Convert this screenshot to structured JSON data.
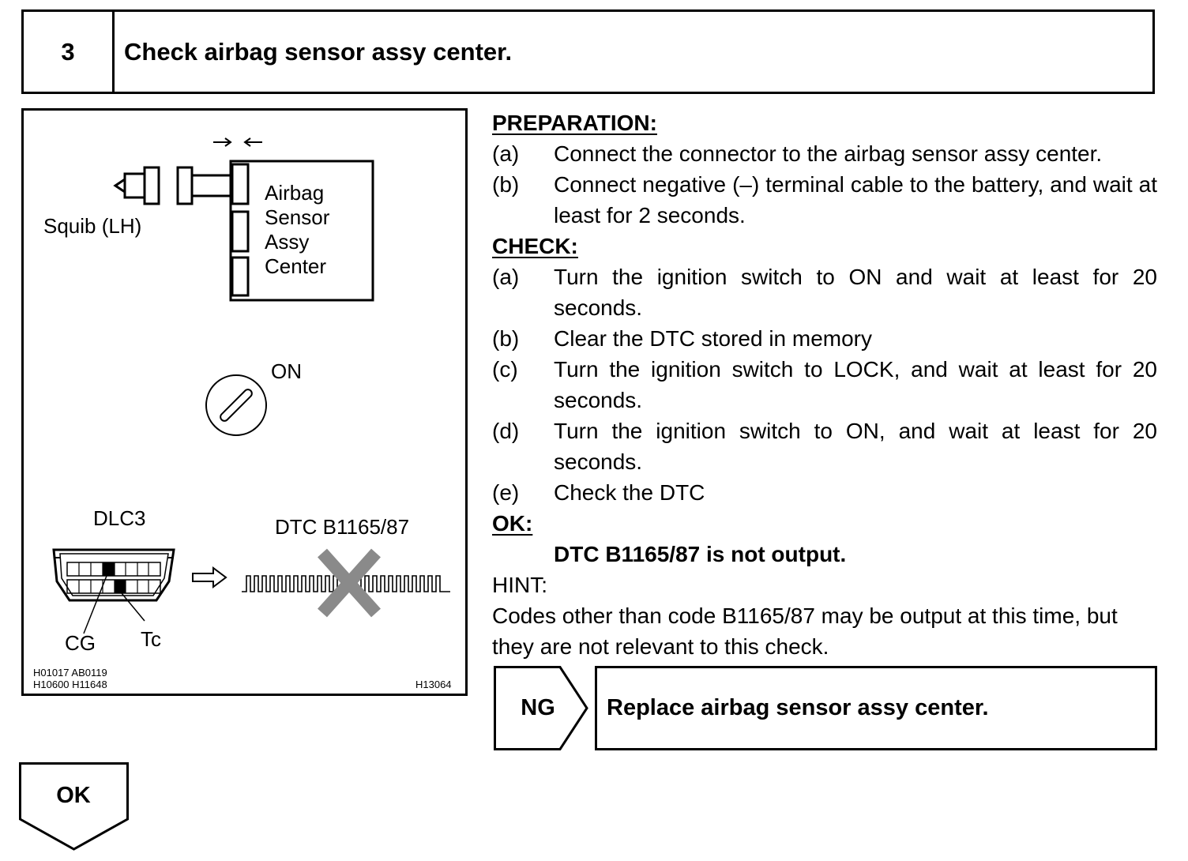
{
  "header": {
    "step_number": "3",
    "title": "Check airbag sensor assy center."
  },
  "figure": {
    "squib_label": "Squib (LH)",
    "sensor_label_lines": [
      "Airbag",
      "Sensor",
      "Assy",
      "Center"
    ],
    "ignition_label": "ON",
    "dlc_label": "DLC3",
    "dtc_label": "DTC B1165/87",
    "pin_cg": "CG",
    "pin_tc": "Tc",
    "ref_codes_line1": "H01017  AB0119",
    "ref_codes_line2": "H10600  H11648",
    "figure_id": "H13064"
  },
  "preparation": {
    "heading": "PREPARATION:",
    "items": [
      {
        "label": "(a)",
        "text": "Connect the connector to the airbag sensor assy center."
      },
      {
        "label": "(b)",
        "text": "Connect negative (–) terminal cable to the battery, and wait at least for 2 seconds."
      }
    ]
  },
  "check": {
    "heading": "CHECK:",
    "items": [
      {
        "label": "(a)",
        "text": "Turn the ignition switch to ON and wait at least for 20 seconds."
      },
      {
        "label": "(b)",
        "text": "Clear the DTC stored in memory"
      },
      {
        "label": "(c)",
        "text": "Turn the ignition switch to LOCK, and wait at least for 20 seconds."
      },
      {
        "label": "(d)",
        "text": "Turn the ignition switch to ON, and wait at least for 20 seconds."
      },
      {
        "label": "(e)",
        "text": "Check the DTC"
      }
    ]
  },
  "ok": {
    "heading": "OK:",
    "text": "DTC B1165/87 is not output."
  },
  "hint": {
    "heading": "HINT:",
    "text": "Codes other than code B1165/87 may be output at this time, but they are not relevant to this check."
  },
  "ng_branch": {
    "label": "NG",
    "result": "Replace airbag sensor assy center."
  },
  "ok_branch": {
    "label": "OK"
  }
}
